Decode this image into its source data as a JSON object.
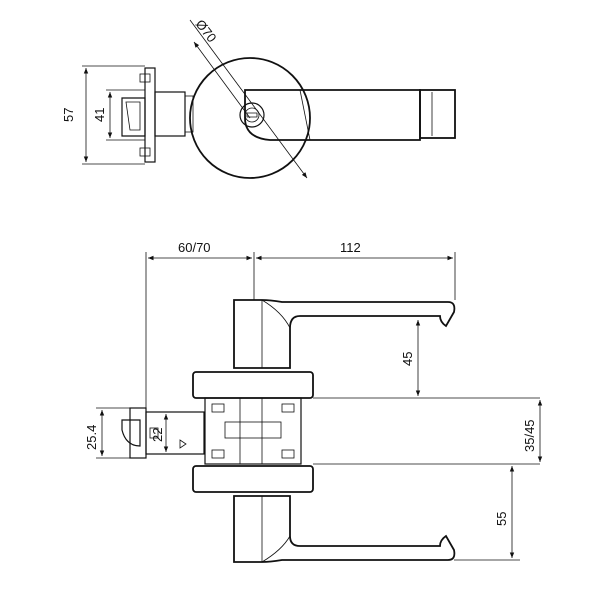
{
  "top_view": {
    "diameter_label": "Ø70",
    "height_outer_label": "57",
    "height_inner_label": "41"
  },
  "side_view": {
    "backset_label": "60/70",
    "lever_length_label": "112",
    "lever_drop_label": "45",
    "latch_height_label": "25.4",
    "latch_inner_label": "22",
    "door_thickness_label": "35/45",
    "lower_drop_label": "55"
  }
}
